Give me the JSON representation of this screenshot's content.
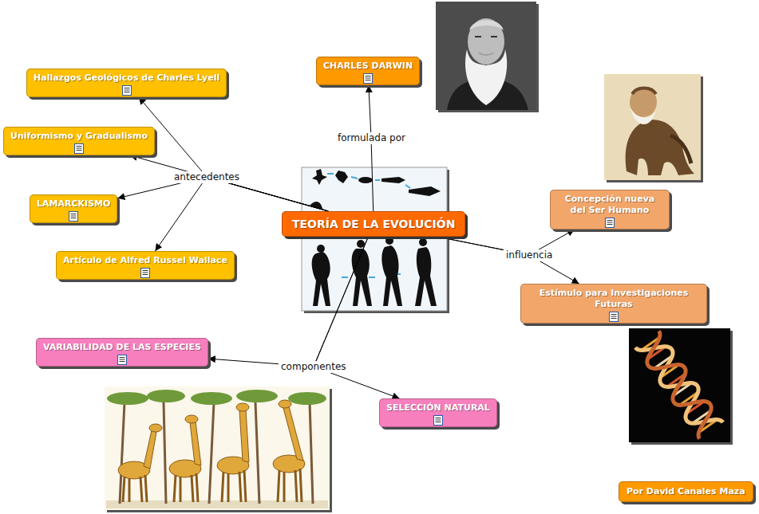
{
  "diagram": {
    "nodes": [
      {
        "text": [
          "TEORÍA DE LA EVOLUCIÓN"
        ]
      },
      {
        "text": [
          "CHARLES DARWIN"
        ]
      },
      {
        "text": [
          "Hallazgos Geológicos de Charles Lyell"
        ]
      },
      {
        "text": [
          "Uniformismo y Gradualismo"
        ]
      },
      {
        "text": [
          "LAMARCKISMO"
        ]
      },
      {
        "text": [
          "Artículo de Alfred Russel Wallace"
        ]
      },
      {
        "text": [
          "Concepción nueva del Ser Humano"
        ]
      },
      {
        "text": [
          "Estímulo para Investigaciones Futuras"
        ]
      },
      {
        "text": [
          "VARIABILIDAD DE LAS ESPECIES"
        ]
      },
      {
        "text": [
          "SELECCIÓN NATURAL"
        ]
      },
      {
        "text": [
          "Por David Canales Maza"
        ]
      }
    ],
    "edges": [
      {
        "from": 0,
        "to": 1,
        "label": "formulada por",
        "arrow": "to"
      },
      {
        "from": 0,
        "to": 2,
        "label": "antecedentes",
        "arrow": "to"
      },
      {
        "from": 0,
        "to": 3,
        "arrow": "to"
      },
      {
        "from": 0,
        "to": 4,
        "arrow": "to"
      },
      {
        "from": 0,
        "to": 5,
        "arrow": "to"
      },
      {
        "from": 0,
        "to": 6,
        "label": "influencia",
        "arrow": "to"
      },
      {
        "from": 0,
        "to": 7,
        "arrow": "to"
      },
      {
        "from": 0,
        "to": 8,
        "label": "componentes",
        "arrow": "to"
      },
      {
        "from": 0,
        "to": 9,
        "arrow": "to"
      }
    ]
  }
}
